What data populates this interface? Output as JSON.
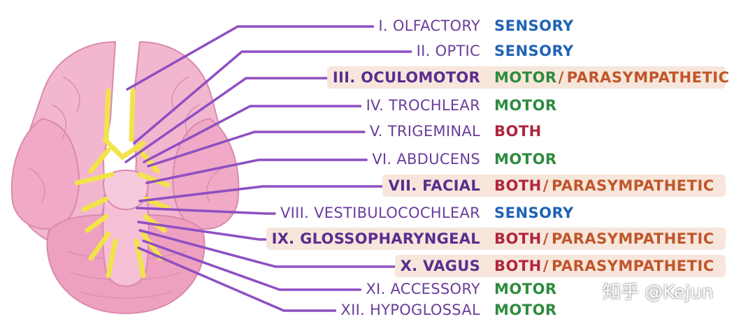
{
  "colors": {
    "sensory": "#1f63b5",
    "motor": "#2e8b3e",
    "both": "#b0263c",
    "parasympathetic": "#c0562a",
    "nerve_text": "#6a3d9a",
    "leader_line": "#8e4fc2",
    "highlight": "#f7e6dc",
    "brain": "#f3b6cf",
    "nerve_fibre": "#f2e34a"
  },
  "nerves": [
    {
      "name": "I. OLFACTORY",
      "function": "SENSORY",
      "function_type": "sensory",
      "extra": ""
    },
    {
      "name": "II. OPTIC",
      "function": "SENSORY",
      "function_type": "sensory",
      "extra": ""
    },
    {
      "name": "III. OCULOMOTOR",
      "function": "MOTOR",
      "function_type": "motor",
      "extra": "PARASYMPATHETIC"
    },
    {
      "name": "IV. TROCHLEAR",
      "function": "MOTOR",
      "function_type": "motor",
      "extra": ""
    },
    {
      "name": "V. TRIGEMINAL",
      "function": "BOTH",
      "function_type": "both",
      "extra": ""
    },
    {
      "name": "VI. ABDUCENS",
      "function": "MOTOR",
      "function_type": "motor",
      "extra": ""
    },
    {
      "name": "VII. FACIAL",
      "function": "BOTH",
      "function_type": "both",
      "extra": "PARASYMPATHETIC"
    },
    {
      "name": "VIII. VESTIBULOCOCHLEAR",
      "function": "SENSORY",
      "function_type": "sensory",
      "extra": ""
    },
    {
      "name": "IX. GLOSSOPHARYNGEAL",
      "function": "BOTH",
      "function_type": "both",
      "extra": "PARASYMPATHETIC"
    },
    {
      "name": "X. VAGUS",
      "function": "BOTH",
      "function_type": "both",
      "extra": "PARASYMPATHETIC"
    },
    {
      "name": "XI. ACCESSORY",
      "function": "MOTOR",
      "function_type": "motor",
      "extra": ""
    },
    {
      "name": "XII. HYPOGLOSSAL",
      "function": "MOTOR",
      "function_type": "motor",
      "extra": ""
    }
  ],
  "separator": "/",
  "watermark": "知乎 @Kejun"
}
